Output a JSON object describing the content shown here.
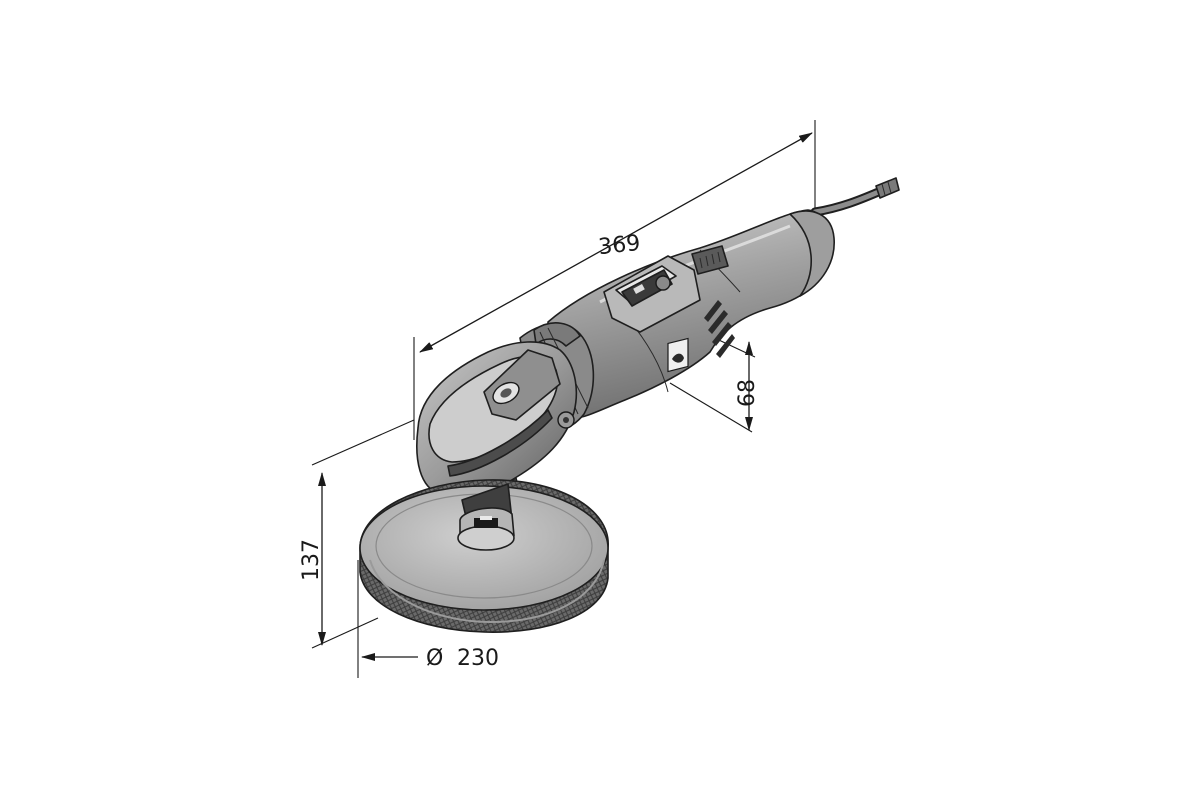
{
  "dimensions": {
    "length": {
      "value": "369"
    },
    "head_height": {
      "value": "68"
    },
    "total_height": {
      "value": "137"
    },
    "pad_diameter": {
      "symbol": "Ø",
      "value": "230"
    }
  },
  "colors": {
    "body": "#9a9a9a",
    "body_light": "#c4c4c4",
    "body_dark": "#6e6e6e",
    "pad_face": "#b8b8b8",
    "pad_rim": "#5c5c5c",
    "line": "#1a1a1a"
  },
  "icons": [
    "brand-logo-icon",
    "switch-slider-icon",
    "speed-dial-icon"
  ]
}
